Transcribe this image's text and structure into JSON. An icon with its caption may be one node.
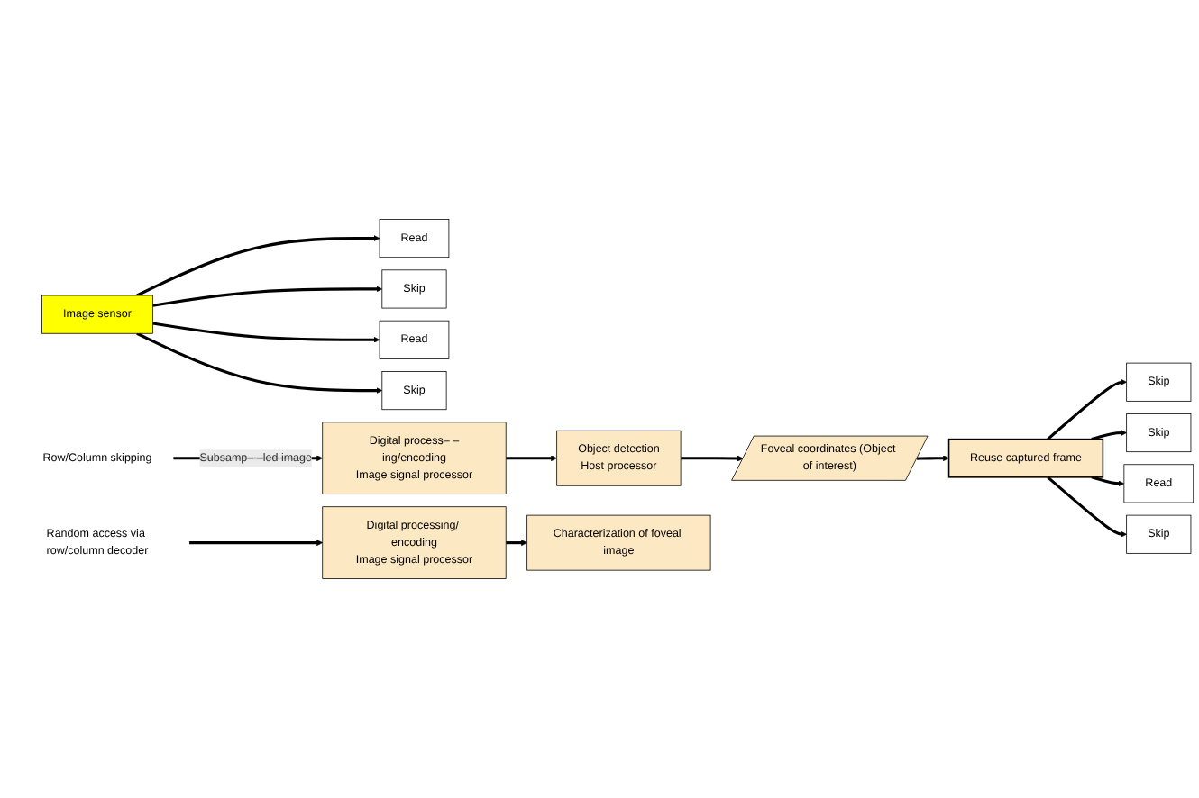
{
  "diagram": {
    "nodes": [
      {
        "text": [
          "Image sensor"
        ]
      },
      {
        "text": [
          "Read"
        ]
      },
      {
        "text": [
          "Skip"
        ]
      },
      {
        "text": [
          "Read"
        ]
      },
      {
        "text": [
          "Skip"
        ]
      },
      {
        "text": [
          "Row/Column skipping"
        ]
      },
      {
        "text": [
          "Digital process– –ing/encoding",
          "Image signal processor"
        ]
      },
      {
        "text": [
          "Object detection",
          "Host processor"
        ]
      },
      {
        "text": [
          "Foveal coordinates (Object of interest)"
        ]
      },
      {
        "text": [
          "Reuse captured frame"
        ]
      },
      {
        "text": [
          "Skip"
        ]
      },
      {
        "text": [
          "Skip"
        ]
      },
      {
        "text": [
          "Read"
        ]
      },
      {
        "text": [
          "Skip"
        ]
      },
      {
        "text": [
          "Random access via row/column decoder"
        ]
      },
      {
        "text": [
          "Digital processing/ encoding",
          "Image signal processor"
        ]
      },
      {
        "text": [
          "Characterization of foveal image"
        ]
      }
    ],
    "edges": [
      {
        "from": 0,
        "to": 1,
        "arrow": "to"
      },
      {
        "from": 0,
        "to": 2,
        "arrow": "to"
      },
      {
        "from": 0,
        "to": 3,
        "arrow": "to"
      },
      {
        "from": 0,
        "to": 4,
        "arrow": "to"
      },
      {
        "from": 5,
        "to": 6,
        "arrow": "to",
        "label": "Subsamp– –led image"
      },
      {
        "from": 6,
        "to": 7,
        "arrow": "to"
      },
      {
        "from": 7,
        "to": 8,
        "arrow": "to"
      },
      {
        "from": 8,
        "to": 9,
        "arrow": "to"
      },
      {
        "from": 9,
        "to": 10,
        "arrow": "to"
      },
      {
        "from": 9,
        "to": 11,
        "arrow": "to"
      },
      {
        "from": 9,
        "to": 12,
        "arrow": "to"
      },
      {
        "from": 9,
        "to": 13,
        "arrow": "to"
      },
      {
        "from": 14,
        "to": 15,
        "arrow": "to"
      },
      {
        "from": 15,
        "to": 16,
        "arrow": "to"
      }
    ]
  }
}
